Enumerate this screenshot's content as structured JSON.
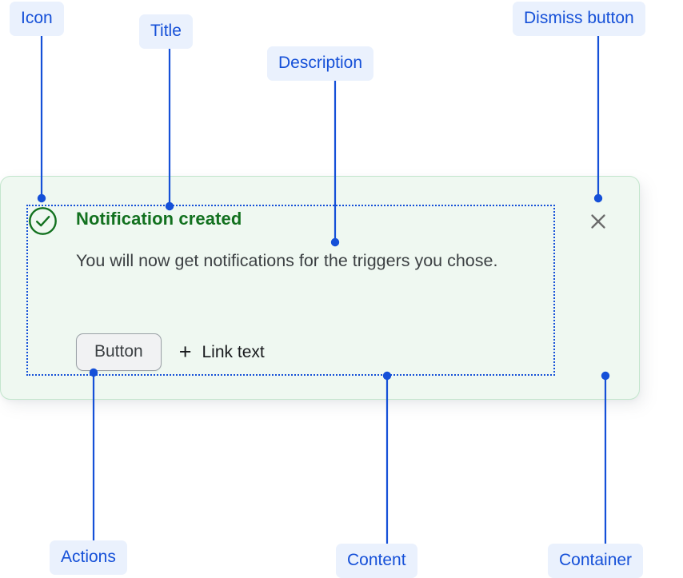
{
  "notification": {
    "icon": "check-circle-icon",
    "title": "Notification created",
    "description": "You will now get notifications for the triggers you chose.",
    "actions": {
      "button_label": "Button",
      "link_icon": "plus-icon",
      "link_label": "Link text"
    },
    "dismiss": {
      "icon": "close-icon",
      "label": ""
    },
    "colors": {
      "container_bg": "#eff8f1",
      "container_border": "#c3e6cd",
      "icon": "#12711f",
      "title": "#12711f",
      "description": "#3c4043",
      "button_bg": "#f1f2f3",
      "button_border": "#9aa0a6",
      "link": "#17191c",
      "dismiss": "#6b6b6b"
    }
  },
  "annotations": {
    "accent": "#1550d8",
    "pill_bg": "#eaf1fd",
    "labels": {
      "icon": "Icon",
      "title": "Title",
      "description": "Description",
      "dismiss": "Dismiss button",
      "actions": "Actions",
      "content": "Content",
      "container": "Container"
    }
  }
}
